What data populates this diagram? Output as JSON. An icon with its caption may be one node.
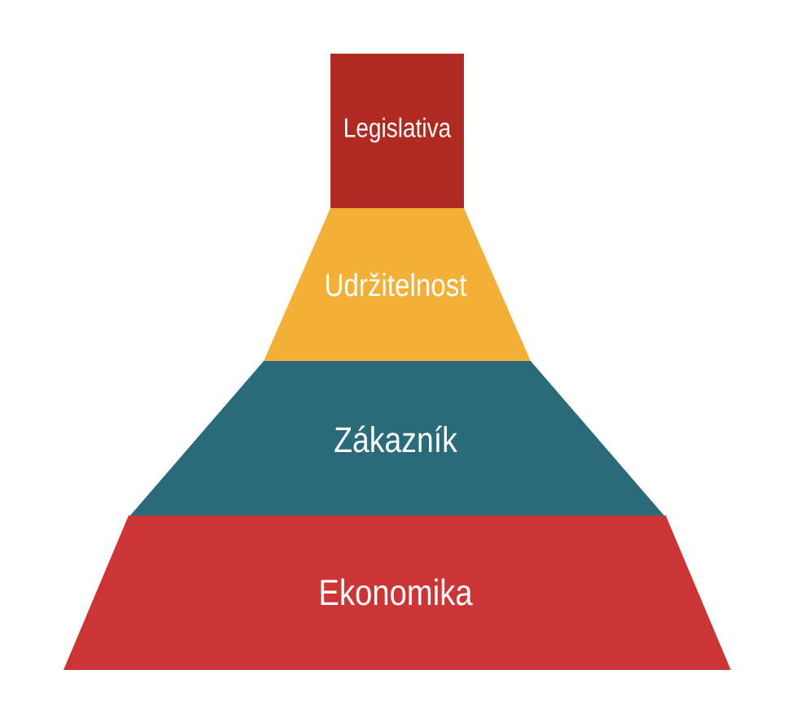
{
  "diagram": {
    "nodes": [
      {
        "text": [
          "Legislativa"
        ]
      },
      {
        "text": [
          "Udržitelnost"
        ]
      },
      {
        "text": [
          "Zákazník"
        ]
      },
      {
        "text": [
          "Ekonomika"
        ]
      }
    ]
  }
}
